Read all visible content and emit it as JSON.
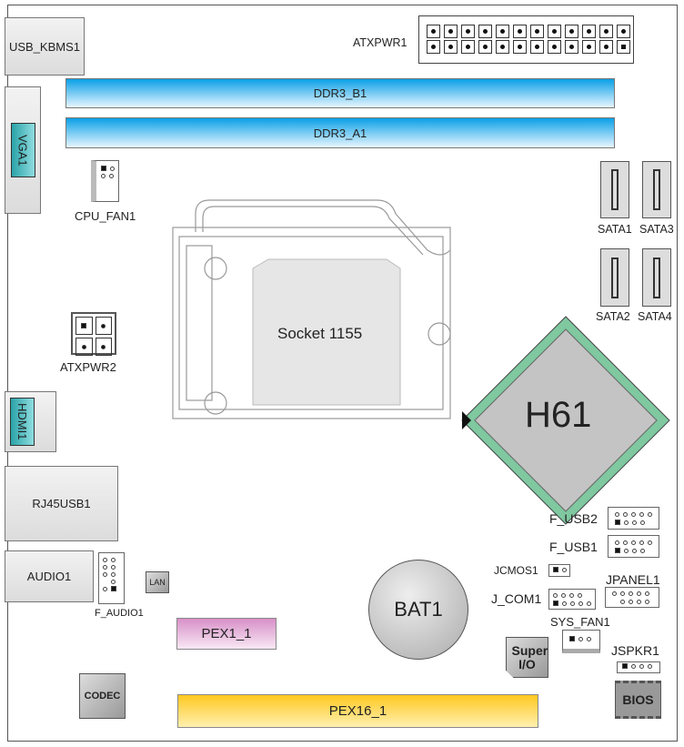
{
  "labels": {
    "usb_kbms": "USB_KBMS1",
    "atxpwr1": "ATXPWR1",
    "ddr3_b1": "DDR3_B1",
    "ddr3_a1": "DDR3_A1",
    "vga": "VGA1",
    "cpu_fan": "CPU_FAN1",
    "socket": "Socket 1155",
    "atxpwr2": "ATXPWR2",
    "sata1": "SATA1",
    "sata2": "SATA2",
    "sata3": "SATA3",
    "sata4": "SATA4",
    "h61": "H61",
    "hdmi": "HDMI1",
    "rj45": "RJ45USB1",
    "audio": "AUDIO1",
    "f_audio": "F_AUDIO1",
    "lan": "LAN",
    "pex1": "PEX1_1",
    "codec": "CODEC",
    "pex16": "PEX16_1",
    "bat": "BAT1",
    "f_usb2": "F_USB2",
    "f_usb1": "F_USB1",
    "jcmos": "JCMOS1",
    "jpanel": "JPANEL1",
    "j_com": "J_COM1",
    "sys_fan": "SYS_FAN1",
    "super_io": "Super I/O",
    "jspkr": "JSPKR1",
    "bios": "BIOS"
  },
  "colors": {
    "dimm": "#0aa0e6",
    "port_accent": "#2aa3a8",
    "chipset": "#7fc8a0",
    "pex1": "#e8b8e0",
    "pex16": "#ffd040"
  }
}
